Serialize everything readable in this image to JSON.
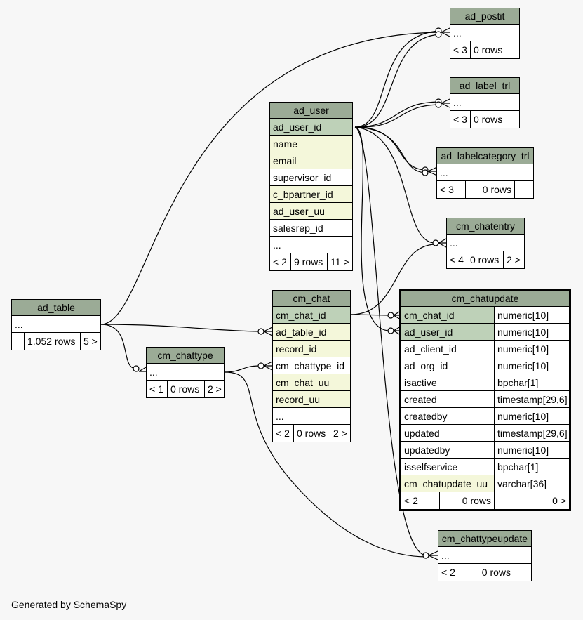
{
  "footer": "Generated by SchemaSpy",
  "tables": {
    "ad_postit": {
      "title": "ad_postit",
      "cols": [
        "..."
      ],
      "foot": [
        "< 3",
        "0 rows",
        ""
      ]
    },
    "ad_label_trl": {
      "title": "ad_label_trl",
      "cols": [
        "..."
      ],
      "foot": [
        "< 3",
        "0 rows",
        ""
      ]
    },
    "ad_labelcategory_trl": {
      "title": "ad_labelcategory_trl",
      "cols": [
        "..."
      ],
      "foot": [
        "< 3",
        "0 rows",
        ""
      ]
    },
    "cm_chatentry": {
      "title": "cm_chatentry",
      "cols": [
        "..."
      ],
      "foot": [
        "< 4",
        "0 rows",
        "2 >"
      ]
    },
    "ad_user": {
      "title": "ad_user",
      "cols": [
        "ad_user_id",
        "name",
        "email",
        "supervisor_id",
        "c_bpartner_id",
        "ad_user_uu",
        "salesrep_id",
        "..."
      ],
      "foot": [
        "< 2",
        "9 rows",
        "11 >"
      ]
    },
    "ad_table": {
      "title": "ad_table",
      "cols": [
        "..."
      ],
      "foot": [
        "",
        "1.052 rows",
        "5 >"
      ]
    },
    "cm_chattype": {
      "title": "cm_chattype",
      "cols": [
        "..."
      ],
      "foot": [
        "< 1",
        "0 rows",
        "2 >"
      ]
    },
    "cm_chat": {
      "title": "cm_chat",
      "cols": [
        "cm_chat_id",
        "ad_table_id",
        "record_id",
        "cm_chattype_id",
        "cm_chat_uu",
        "record_uu",
        "..."
      ],
      "foot": [
        "< 2",
        "0 rows",
        "2 >"
      ]
    },
    "cm_chatupdate": {
      "title": "cm_chatupdate",
      "cols": [
        {
          "name": "cm_chat_id",
          "type": "numeric[10]"
        },
        {
          "name": "ad_user_id",
          "type": "numeric[10]"
        },
        {
          "name": "ad_client_id",
          "type": "numeric[10]"
        },
        {
          "name": "ad_org_id",
          "type": "numeric[10]"
        },
        {
          "name": "isactive",
          "type": "bpchar[1]"
        },
        {
          "name": "created",
          "type": "timestamp[29,6]"
        },
        {
          "name": "createdby",
          "type": "numeric[10]"
        },
        {
          "name": "updated",
          "type": "timestamp[29,6]"
        },
        {
          "name": "updatedby",
          "type": "numeric[10]"
        },
        {
          "name": "isselfservice",
          "type": "bpchar[1]"
        },
        {
          "name": "cm_chatupdate_uu",
          "type": "varchar[36]"
        }
      ],
      "foot": [
        "< 2",
        "0 rows",
        "0 >"
      ]
    },
    "cm_chattypeupdate": {
      "title": "cm_chattypeupdate",
      "cols": [
        "..."
      ],
      "foot": [
        "< 2",
        "0 rows",
        ""
      ]
    }
  },
  "colors": {
    "header": "#9bab96",
    "pk": "#bed1b8",
    "indexed": "#f4f7da",
    "background": "#f7f7f7"
  }
}
